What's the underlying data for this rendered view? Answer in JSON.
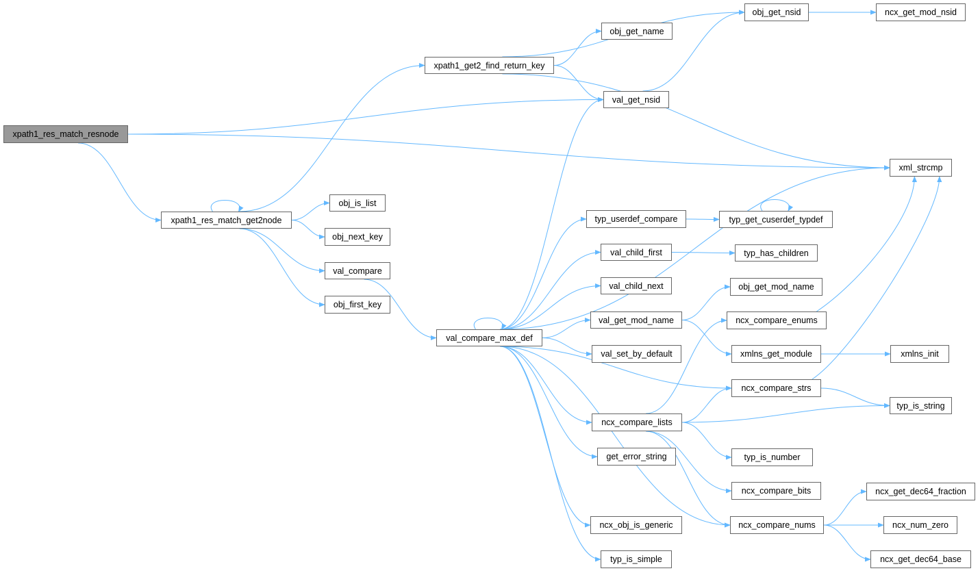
{
  "colors": {
    "edge": "#63b8ff",
    "root_fill": "#999999",
    "node_border": "#666666"
  },
  "nodes": [
    {
      "id": "resnode",
      "label": "xpath1_res_match_resnode",
      "root": true
    },
    {
      "id": "find_return_key",
      "label": "xpath1_get2_find_return_key"
    },
    {
      "id": "get2node",
      "label": "xpath1_res_match_get2node"
    },
    {
      "id": "obj_get_nsid",
      "label": "obj_get_nsid"
    },
    {
      "id": "ncx_get_mod_nsid",
      "label": "ncx_get_mod_nsid"
    },
    {
      "id": "obj_get_name",
      "label": "obj_get_name"
    },
    {
      "id": "val_get_nsid",
      "label": "val_get_nsid"
    },
    {
      "id": "xml_strcmp",
      "label": "xml_strcmp"
    },
    {
      "id": "obj_is_list",
      "label": "obj_is_list"
    },
    {
      "id": "obj_next_key",
      "label": "obj_next_key"
    },
    {
      "id": "val_compare",
      "label": "val_compare"
    },
    {
      "id": "obj_first_key",
      "label": "obj_first_key"
    },
    {
      "id": "max_def",
      "label": "val_compare_max_def"
    },
    {
      "id": "typ_userdef_compare",
      "label": "typ_userdef_compare"
    },
    {
      "id": "typ_get_cuserdef_typdef",
      "label": "typ_get_cuserdef_typdef"
    },
    {
      "id": "val_child_first",
      "label": "val_child_first"
    },
    {
      "id": "typ_has_children",
      "label": "typ_has_children"
    },
    {
      "id": "val_child_next",
      "label": "val_child_next"
    },
    {
      "id": "obj_get_mod_name",
      "label": "obj_get_mod_name"
    },
    {
      "id": "val_get_mod_name",
      "label": "val_get_mod_name"
    },
    {
      "id": "ncx_compare_enums",
      "label": "ncx_compare_enums"
    },
    {
      "id": "xmlns_get_module",
      "label": "xmlns_get_module"
    },
    {
      "id": "xmlns_init",
      "label": "xmlns_init"
    },
    {
      "id": "val_set_by_default",
      "label": "val_set_by_default"
    },
    {
      "id": "ncx_compare_strs",
      "label": "ncx_compare_strs"
    },
    {
      "id": "typ_is_string",
      "label": "typ_is_string"
    },
    {
      "id": "ncx_compare_lists",
      "label": "ncx_compare_lists"
    },
    {
      "id": "typ_is_number",
      "label": "typ_is_number"
    },
    {
      "id": "get_error_string",
      "label": "get_error_string"
    },
    {
      "id": "ncx_compare_bits",
      "label": "ncx_compare_bits"
    },
    {
      "id": "ncx_get_dec64_fraction",
      "label": "ncx_get_dec64_fraction"
    },
    {
      "id": "ncx_compare_nums",
      "label": "ncx_compare_nums"
    },
    {
      "id": "ncx_num_zero",
      "label": "ncx_num_zero"
    },
    {
      "id": "ncx_obj_is_generic",
      "label": "ncx_obj_is_generic"
    },
    {
      "id": "typ_is_simple",
      "label": "typ_is_simple"
    },
    {
      "id": "ncx_get_dec64_base",
      "label": "ncx_get_dec64_base"
    }
  ],
  "edges": [
    [
      "resnode",
      "get2node"
    ],
    [
      "resnode",
      "val_get_nsid"
    ],
    [
      "resnode",
      "xml_strcmp"
    ],
    [
      "get2node",
      "get2node"
    ],
    [
      "get2node",
      "find_return_key"
    ],
    [
      "get2node",
      "obj_is_list"
    ],
    [
      "get2node",
      "obj_next_key"
    ],
    [
      "get2node",
      "val_compare"
    ],
    [
      "get2node",
      "obj_first_key"
    ],
    [
      "find_return_key",
      "obj_get_nsid"
    ],
    [
      "find_return_key",
      "obj_get_name"
    ],
    [
      "find_return_key",
      "val_get_nsid"
    ],
    [
      "find_return_key",
      "xml_strcmp"
    ],
    [
      "val_get_nsid",
      "obj_get_nsid"
    ],
    [
      "obj_get_nsid",
      "ncx_get_mod_nsid"
    ],
    [
      "val_compare",
      "max_def"
    ],
    [
      "max_def",
      "max_def"
    ],
    [
      "max_def",
      "val_get_nsid"
    ],
    [
      "max_def",
      "xml_strcmp"
    ],
    [
      "max_def",
      "typ_userdef_compare"
    ],
    [
      "max_def",
      "val_child_first"
    ],
    [
      "max_def",
      "val_child_next"
    ],
    [
      "max_def",
      "val_get_mod_name"
    ],
    [
      "max_def",
      "val_set_by_default"
    ],
    [
      "max_def",
      "ncx_compare_strs"
    ],
    [
      "max_def",
      "ncx_compare_lists"
    ],
    [
      "max_def",
      "get_error_string"
    ],
    [
      "max_def",
      "ncx_compare_nums"
    ],
    [
      "max_def",
      "ncx_obj_is_generic"
    ],
    [
      "max_def",
      "typ_is_simple"
    ],
    [
      "typ_userdef_compare",
      "typ_get_cuserdef_typdef"
    ],
    [
      "typ_get_cuserdef_typdef",
      "typ_get_cuserdef_typdef"
    ],
    [
      "val_child_first",
      "typ_has_children"
    ],
    [
      "val_get_mod_name",
      "obj_get_mod_name"
    ],
    [
      "val_get_mod_name",
      "xmlns_get_module"
    ],
    [
      "xmlns_get_module",
      "xmlns_init"
    ],
    [
      "ncx_compare_enums",
      "xml_strcmp"
    ],
    [
      "ncx_compare_strs",
      "xml_strcmp"
    ],
    [
      "ncx_compare_strs",
      "typ_is_string"
    ],
    [
      "ncx_compare_lists",
      "ncx_compare_enums"
    ],
    [
      "ncx_compare_lists",
      "ncx_compare_strs"
    ],
    [
      "ncx_compare_lists",
      "typ_is_string"
    ],
    [
      "ncx_compare_lists",
      "typ_is_number"
    ],
    [
      "ncx_compare_lists",
      "ncx_compare_bits"
    ],
    [
      "ncx_compare_lists",
      "ncx_compare_nums"
    ],
    [
      "ncx_compare_nums",
      "ncx_get_dec64_fraction"
    ],
    [
      "ncx_compare_nums",
      "ncx_num_zero"
    ],
    [
      "ncx_compare_nums",
      "ncx_get_dec64_base"
    ]
  ]
}
